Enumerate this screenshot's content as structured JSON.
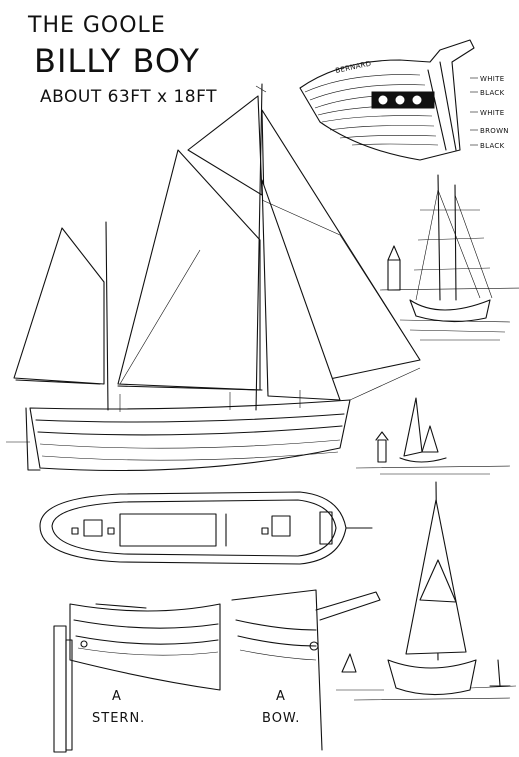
{
  "title": {
    "line1": "THE GOOLE",
    "line2": "BILLY BOY",
    "line3": "ABOUT 63FT x 18FT"
  },
  "stern_detail": {
    "name_board": "BERNARD",
    "color_labels": [
      "WHITE",
      "BLACK",
      "WHITE",
      "BROWN",
      "BLACK"
    ]
  },
  "captions": {
    "stern": [
      "A",
      "STERN."
    ],
    "bow": [
      "A",
      "BOW."
    ]
  }
}
